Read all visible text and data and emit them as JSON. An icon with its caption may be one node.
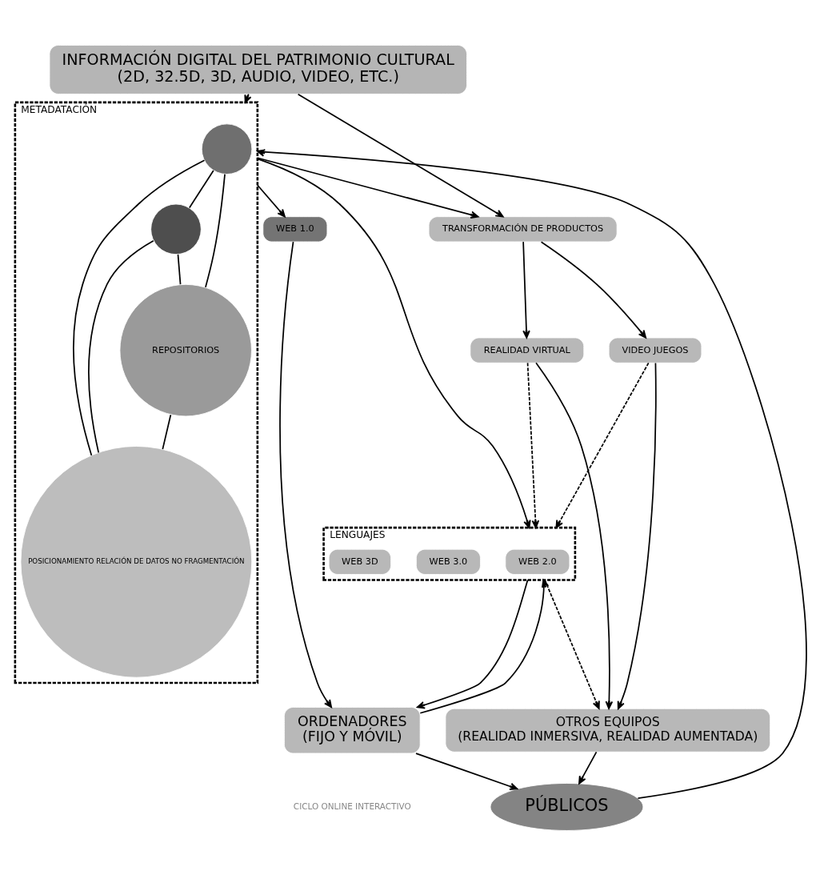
{
  "diagram": {
    "nodes": [
      {
        "text": [
          "INFORMACIÓN DIGITAL DEL PATRIMONIO CULTURAL",
          "(2D, 32.5D, 3D, AUDIO, VIDEO, ETC.)"
        ]
      },
      {
        "text": [
          "METADATACIÓN"
        ]
      },
      {
        "text": [],
        "shape": "circle",
        "in": 1
      },
      {
        "text": [
          "REPOSITORIOS"
        ],
        "in": 1
      },
      {
        "text": [],
        "shape": "circle",
        "in": 1
      },
      {
        "text": [
          "POSICIONAMIENTO RELACIÓN DE DATOS NO FRAGMENTACIÓN"
        ],
        "in": 1
      },
      {
        "text": [
          "TRANSFORMACIÓN DE PRODUCTOS"
        ]
      },
      {
        "text": [
          "REALIDAD VIRTUAL"
        ]
      },
      {
        "text": [
          "VIDEO JUEGOS"
        ]
      },
      {
        "text": [
          "WEB 1.0"
        ]
      },
      {
        "text": [
          "LENGUAJES"
        ]
      },
      {
        "text": [
          "WEB 2.0"
        ],
        "in": 10
      },
      {
        "text": [
          "WEB 3.0"
        ],
        "in": 10
      },
      {
        "text": [
          "WEB 3D"
        ],
        "in": 10
      },
      {
        "text": [
          "ORDENADORES",
          "(FIJO Y MÓVIL)"
        ]
      },
      {
        "text": [
          "OTROS EQUIPOS",
          "(REALIDAD INMERSIVA, REALIDAD AUMENTADA)"
        ]
      },
      {
        "text": [
          "PÚBLICOS"
        ]
      }
    ],
    "edges": [
      {
        "from": 0,
        "to": 1,
        "arrow": "to"
      },
      {
        "from": 0,
        "to": 6,
        "arrow": "to"
      },
      {
        "from": 2,
        "to": 3,
        "arrow": "none"
      },
      {
        "from": 2,
        "to": 4,
        "arrow": "none"
      },
      {
        "from": 2,
        "to": 5,
        "arrow": "none"
      },
      {
        "from": 4,
        "to": 3,
        "arrow": "none"
      },
      {
        "from": 4,
        "to": 5,
        "arrow": "none"
      },
      {
        "from": 3,
        "to": 5,
        "arrow": "none"
      },
      {
        "from": 1,
        "to": 6,
        "arrow": "to"
      },
      {
        "from": 1,
        "to": 9,
        "arrow": "to"
      },
      {
        "from": 1,
        "to": 10,
        "arrow": "to"
      },
      {
        "from": 6,
        "to": 7,
        "arrow": "to"
      },
      {
        "from": 6,
        "to": 8,
        "arrow": "to"
      },
      {
        "from": 7,
        "to": 10,
        "arrow": "to",
        "style": "dashed"
      },
      {
        "from": 8,
        "to": 10,
        "arrow": "to",
        "style": "dashed"
      },
      {
        "from": 7,
        "to": 15,
        "arrow": "to"
      },
      {
        "from": 8,
        "to": 15,
        "arrow": "to"
      },
      {
        "from": 10,
        "to": 15,
        "arrow": "to",
        "style": "dashed"
      },
      {
        "from": 9,
        "to": 14,
        "arrow": "to"
      },
      {
        "from": 10,
        "to": 14,
        "arrow": "to"
      },
      {
        "from": 14,
        "to": 10,
        "arrow": "to"
      },
      {
        "from": 14,
        "to": 16,
        "arrow": "to"
      },
      {
        "from": 15,
        "to": 16,
        "arrow": "to"
      },
      {
        "from": 16,
        "to": 1,
        "arrow": "to"
      }
    ],
    "labels": [
      "CICLO ONLINE INTERACTIVO"
    ]
  }
}
